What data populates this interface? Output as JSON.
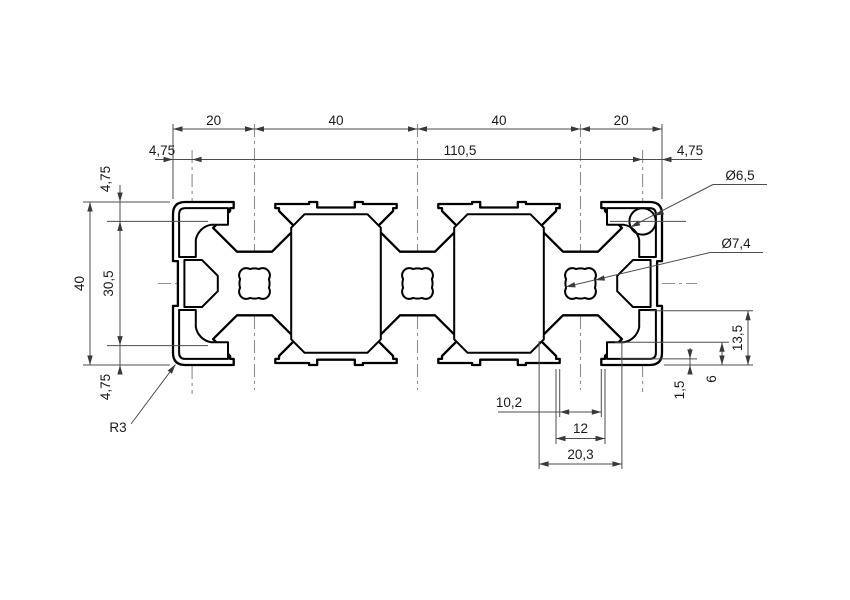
{
  "drawing": {
    "kind": "technical-profile-cross-section",
    "colors": {
      "background": "#ffffff",
      "outline": "#000000",
      "dimension_lines": "#4d4d4d",
      "centerlines": "#8f8f8f",
      "text": "#1a1a1a"
    },
    "dims": {
      "top_chain": [
        "20",
        "40",
        "40",
        "20"
      ],
      "row2": {
        "left": "4,75",
        "middle": "110,5",
        "right": "4,75"
      },
      "left_col": {
        "upper": "4,75",
        "overall": "40",
        "middle": "30,5",
        "lower": "4,75"
      },
      "right_col": {
        "slot_depth": "13,5",
        "groove": "6",
        "lip": "1,5"
      },
      "bottom": {
        "throat": "10,2",
        "undercut": "12",
        "cavity": "20,3"
      },
      "leaders": {
        "corner_hole": "Ø6,5",
        "core_hole": "Ø7,4",
        "corner_radius": "R3"
      }
    }
  }
}
